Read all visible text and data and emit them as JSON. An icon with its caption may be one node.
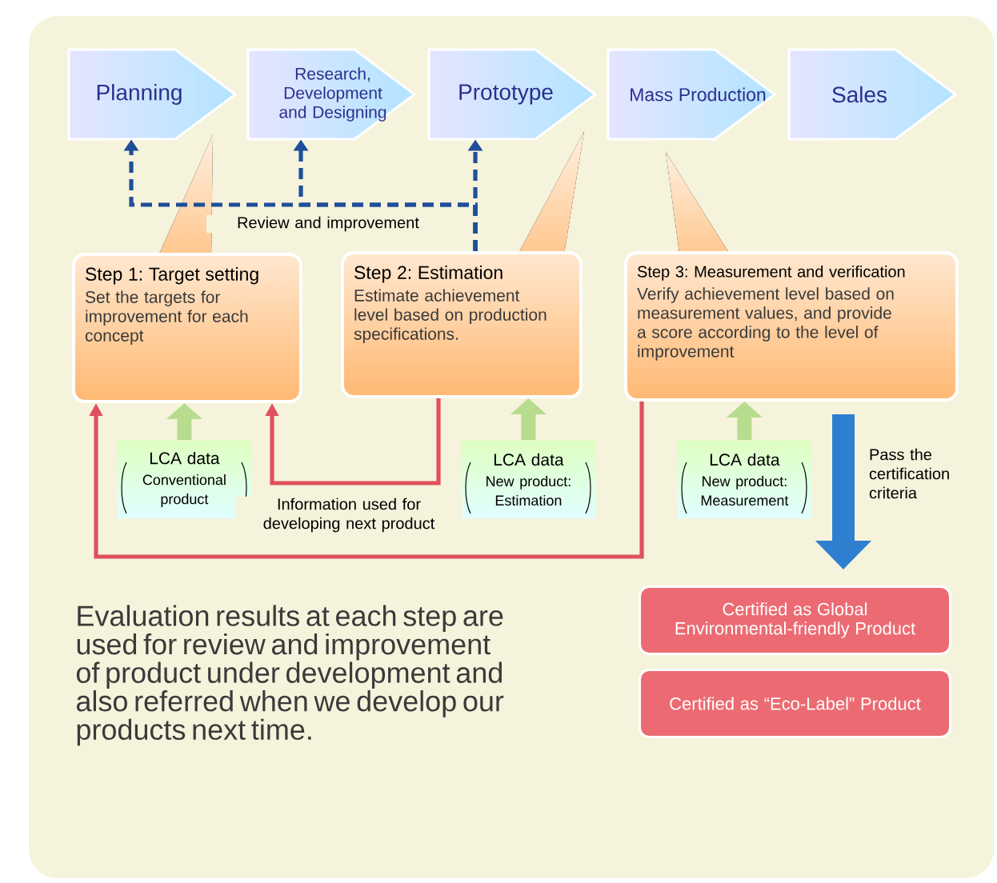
{
  "diagram": {
    "nodes": [
      {
        "text": [
          "Planning"
        ]
      },
      {
        "text": [
          "Research, Development and Designing"
        ]
      },
      {
        "text": [
          "Prototype"
        ]
      },
      {
        "text": [
          "Mass Production"
        ]
      },
      {
        "text": [
          "Sales"
        ]
      },
      {
        "text": [
          "Step 1: Target setting",
          "Set the targets for improvement for each concept"
        ]
      },
      {
        "text": [
          "Step 2: Estimation",
          "Estimate achievement level based on production specifications."
        ]
      },
      {
        "text": [
          "Step 3: Measurement and verification",
          "Verify achievement level based on measurement values, and provide a score according to the level of improvement"
        ]
      },
      {
        "text": [
          "LCA data",
          "Conventional product"
        ]
      },
      {
        "text": [
          "LCA data",
          "New product: Estimation"
        ]
      },
      {
        "text": [
          "LCA data",
          "New product: Measurement"
        ]
      },
      {
        "text": [
          "Certified as Global Environmental-friendly Product"
        ]
      },
      {
        "text": [
          "Certified as “Eco-Label” Product"
        ]
      }
    ],
    "edges": [
      {
        "from": 6,
        "to": 0,
        "arrow": "to",
        "style": "dashed",
        "color": "#1f4e9a",
        "label": "Review and improvement"
      },
      {
        "from": 6,
        "to": 1,
        "arrow": "to",
        "style": "dashed",
        "color": "#1f4e9a"
      },
      {
        "from": 6,
        "to": 2,
        "arrow": "to",
        "style": "dashed",
        "color": "#1f4e9a"
      },
      {
        "from": 6,
        "to": 5,
        "arrow": "to",
        "color": "#e0505e",
        "label": "Information used for developing next product"
      },
      {
        "from": 7,
        "to": 5,
        "arrow": "to",
        "color": "#e0505e"
      },
      {
        "from": 8,
        "to": 5,
        "arrow": "to",
        "style": "thick",
        "color": "#b8dc8e"
      },
      {
        "from": 9,
        "to": 6,
        "arrow": "to",
        "style": "thick",
        "color": "#b8dc8e"
      },
      {
        "from": 10,
        "to": 7,
        "arrow": "to",
        "style": "thick",
        "color": "#b8dc8e"
      },
      {
        "from": 7,
        "to": 11,
        "arrow": "to",
        "style": "thick",
        "color": "#2f7fd0",
        "label": "Pass the certification criteria"
      }
    ],
    "labels": [
      "Evaluation results at each step are used for review and improvement of product under development and also referred when we develop our products next time."
    ]
  }
}
